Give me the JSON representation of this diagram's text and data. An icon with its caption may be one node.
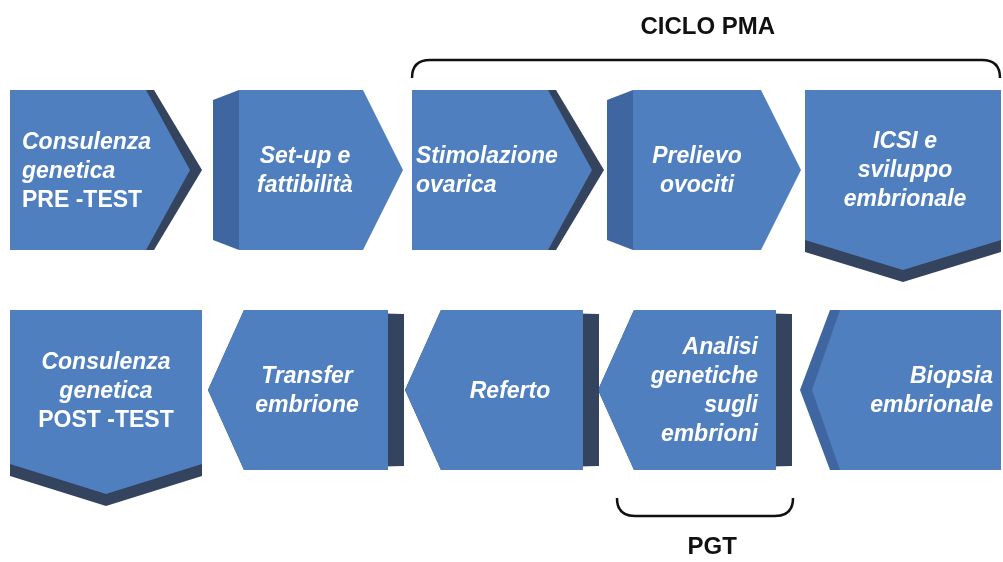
{
  "diagram": {
    "nodes": [
      {
        "text": [
          "Consulenza genetica",
          "PRE -TEST"
        ]
      },
      {
        "text": [
          "Set-up e fattibilità"
        ]
      },
      {
        "text": [
          "Stimolazione ovarica"
        ]
      },
      {
        "text": [
          "Prelievo ovociti"
        ]
      },
      {
        "text": [
          "ICSI e sviluppo embrionale"
        ]
      },
      {
        "text": [
          "Biopsia embrionale"
        ]
      },
      {
        "text": [
          "Analisi genetiche sugli embrioni"
        ]
      },
      {
        "text": [
          "Referto"
        ]
      },
      {
        "text": [
          "Transfer embrione"
        ]
      },
      {
        "text": [
          "Consulenza genetica",
          "POST -TEST"
        ]
      }
    ],
    "labels": [
      "CICLO PMA",
      "PGT"
    ]
  }
}
